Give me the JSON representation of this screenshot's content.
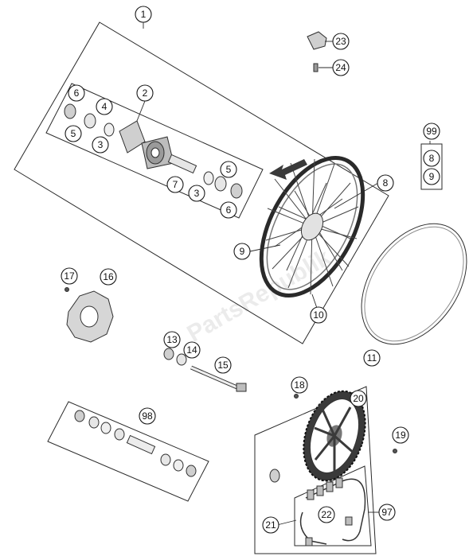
{
  "watermark": "PartsRepublik",
  "callouts": {
    "c1": "1",
    "c2": "2",
    "c3a": "3",
    "c3b": "3",
    "c4": "4",
    "c5a": "5",
    "c5b": "5",
    "c6a": "6",
    "c6b": "6",
    "c7": "7",
    "c8a": "8",
    "c8b": "8",
    "c9a": "9",
    "c9b": "9",
    "c10": "10",
    "c11": "11",
    "c13": "13",
    "c14": "14",
    "c15": "15",
    "c16": "16",
    "c17": "17",
    "c18": "18",
    "c19": "19",
    "c20": "20",
    "c21": "21",
    "c22": "22",
    "c23": "23",
    "c24": "24",
    "c97": "97",
    "c98": "98",
    "c99": "99"
  },
  "colors": {
    "line": "#2a2a2a",
    "part_fill": "#d9d9d9",
    "part_dark": "#555555",
    "arrow": "#3a3a3a"
  }
}
